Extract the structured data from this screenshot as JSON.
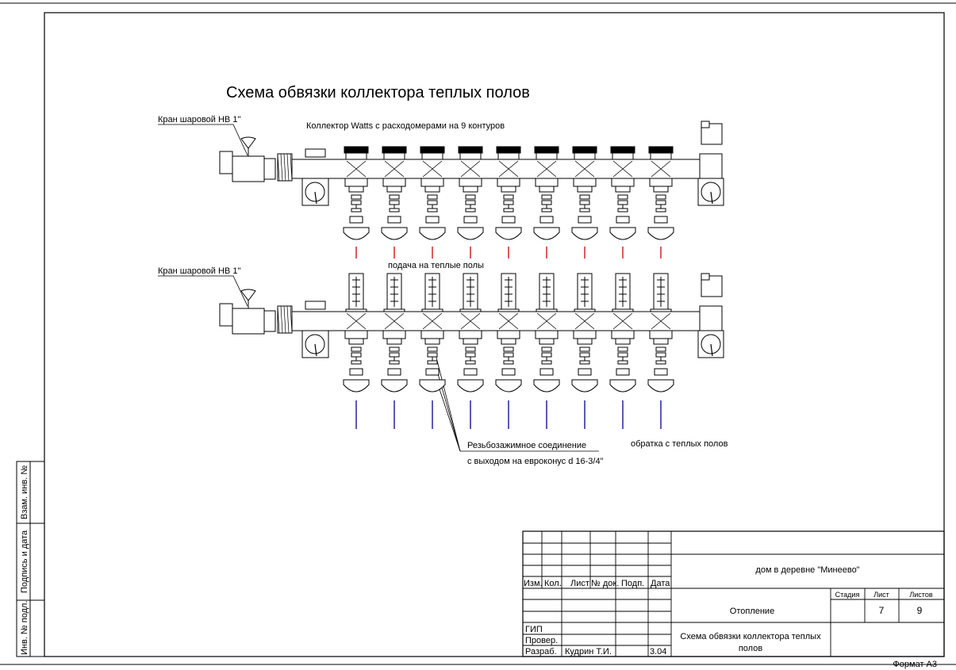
{
  "title": "Схема обвязки коллектора теплых полов",
  "labels": {
    "valve_top": "Кран шаровой НВ 1\"",
    "valve_bottom": "Кран шаровой НВ 1\"",
    "collector": "Коллектор Watts с расходомерами на 9 контуров",
    "supply": "подача на теплые полы",
    "return": "обратка с теплых полов",
    "fitting_line1": "Резьбозажимное соединение",
    "fitting_line2": "с выходом на евроконус d 16-3/4\""
  },
  "side_stamp": {
    "vzam": "Взам. инв. №",
    "podpis": "Подпись и дата",
    "inv": "Инв. № подл."
  },
  "title_block": {
    "headers": {
      "izm": "Изм.",
      "kol": "Кол.",
      "list": "Лист",
      "ndok": "№ док.",
      "podp": "Подп.",
      "data": "Дата"
    },
    "roles": {
      "gip": "ГИП",
      "prover": "Провер.",
      "razrab": "Разраб."
    },
    "developer_name": "Кудрин Т.И.",
    "developer_date": "3.04",
    "project": "дом в деревне \"Минеево\"",
    "section": "Отопление",
    "sheet_title_line1": "Схема обвязки коллектора теплых",
    "sheet_title_line2": "полов",
    "stage_label": "Стадия",
    "sheet_label": "Лист",
    "sheets_label": "Листов",
    "stage_value": "",
    "sheet_value": "7",
    "sheets_value": "9"
  },
  "format": "Формат А3",
  "colors": {
    "supply_pipe": "#cc0000",
    "return_pipe": "#00008b"
  }
}
